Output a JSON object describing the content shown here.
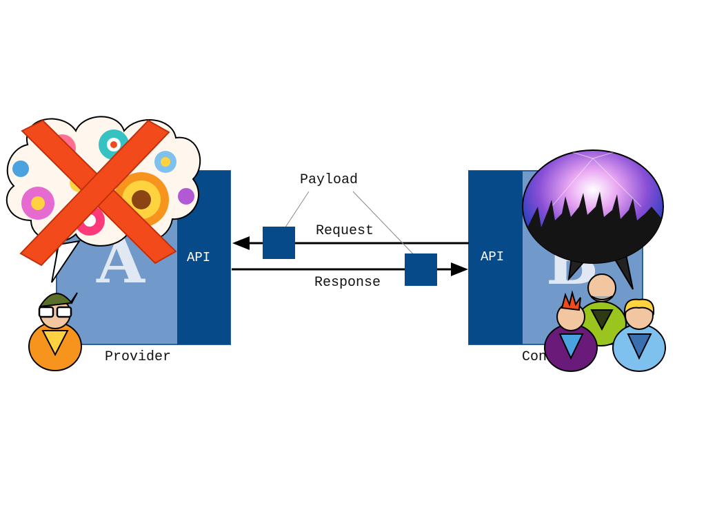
{
  "provider": {
    "label": "Provider",
    "api_label": "API",
    "letter": "A"
  },
  "consumer": {
    "label": "Consumer",
    "api_label": "API",
    "letter": "B"
  },
  "payload_label": "Payload",
  "request_label": "Request",
  "response_label": "Response",
  "colors": {
    "box_light": "#7199c9",
    "box_dark": "#064a8a",
    "cross": "#f24a1a",
    "arrow": "#000000",
    "person_orange": "#f7941d",
    "person_purple": "#6a1b7a",
    "person_green": "#9ac51f",
    "person_blue": "#7ec0ee"
  },
  "icons": [
    "flower-cloud-bubble",
    "red-cross",
    "party-crowd-bubble",
    "developer-person-icon",
    "group-people-icon"
  ]
}
